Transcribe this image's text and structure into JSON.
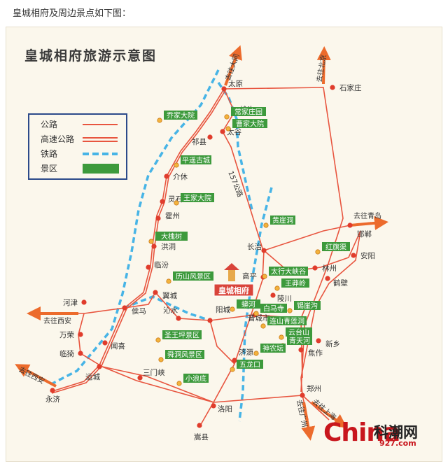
{
  "intro_text": "皇城相府及周边景点如下图：",
  "map": {
    "title": "皇城相府旅游示意图",
    "legend": [
      {
        "label": "公路",
        "kind": "highway"
      },
      {
        "label": "高速公路",
        "kind": "expressway"
      },
      {
        "label": "铁路",
        "kind": "railway"
      },
      {
        "label": "景区",
        "kind": "scenic"
      }
    ],
    "cities": [
      {
        "name": "太原"
      },
      {
        "name": "榆次"
      },
      {
        "name": "太谷"
      },
      {
        "name": "祁县"
      },
      {
        "name": "介休"
      },
      {
        "name": "灵石"
      },
      {
        "name": "霍州"
      },
      {
        "name": "洪洞"
      },
      {
        "name": "临汾"
      },
      {
        "name": "侯马"
      },
      {
        "name": "翼城"
      },
      {
        "name": "沁水"
      },
      {
        "name": "阳城"
      },
      {
        "name": "晋城市"
      },
      {
        "name": "长治"
      },
      {
        "name": "高平"
      },
      {
        "name": "陵川"
      },
      {
        "name": "林州"
      },
      {
        "name": "鹤壁"
      },
      {
        "name": "安阳"
      },
      {
        "name": "邯郸"
      },
      {
        "name": "石家庄"
      },
      {
        "name": "新乡"
      },
      {
        "name": "焦作"
      },
      {
        "name": "济源"
      },
      {
        "name": "郑州"
      },
      {
        "name": "洛阳"
      },
      {
        "name": "嵩县"
      },
      {
        "name": "三门峡"
      },
      {
        "name": "运城"
      },
      {
        "name": "闻喜"
      },
      {
        "name": "河津"
      },
      {
        "name": "万荣"
      },
      {
        "name": "临猗"
      },
      {
        "name": "永济"
      }
    ],
    "scenic_spots": [
      {
        "name": "乔家大院"
      },
      {
        "name": "常家庄园"
      },
      {
        "name": "曹家大院"
      },
      {
        "name": "平遥古城"
      },
      {
        "name": "王家大院"
      },
      {
        "name": "大槐树"
      },
      {
        "name": "历山风景区"
      },
      {
        "name": "黄崖洞"
      },
      {
        "name": "红旗渠"
      },
      {
        "name": "太行大峡谷"
      },
      {
        "name": "王莽岭"
      },
      {
        "name": "锡崖沟"
      },
      {
        "name": "蟒河"
      },
      {
        "name": "白马寺"
      },
      {
        "name": "云台山"
      },
      {
        "name": "青天河"
      },
      {
        "name": "连山青莲洞"
      },
      {
        "name": "圣王坪景区"
      },
      {
        "name": "神农坛"
      },
      {
        "name": "五龙口"
      },
      {
        "name": "小浪底"
      },
      {
        "name": "舜洞风景区"
      }
    ],
    "highlight": {
      "name": "皇城相府"
    },
    "exits": [
      {
        "label": "去往大同"
      },
      {
        "label": "去往北京"
      },
      {
        "label": "去往青岛"
      },
      {
        "label": "去往西安"
      },
      {
        "label": "去往西安"
      },
      {
        "label": "去往广州"
      },
      {
        "label": "去往上海"
      }
    ],
    "rail_label": "157公路",
    "colors": {
      "road": "#e8553f",
      "expressway": "#e8553f",
      "rail": "#47b4e6",
      "scenic": "#3d9a3c",
      "city_dot": "#e03c2c",
      "arrow": "#ec6b2c",
      "highlight": "#d9443a"
    }
  },
  "watermark": {
    "main": "China",
    "cn": "科潮网",
    "url": "927.com"
  }
}
